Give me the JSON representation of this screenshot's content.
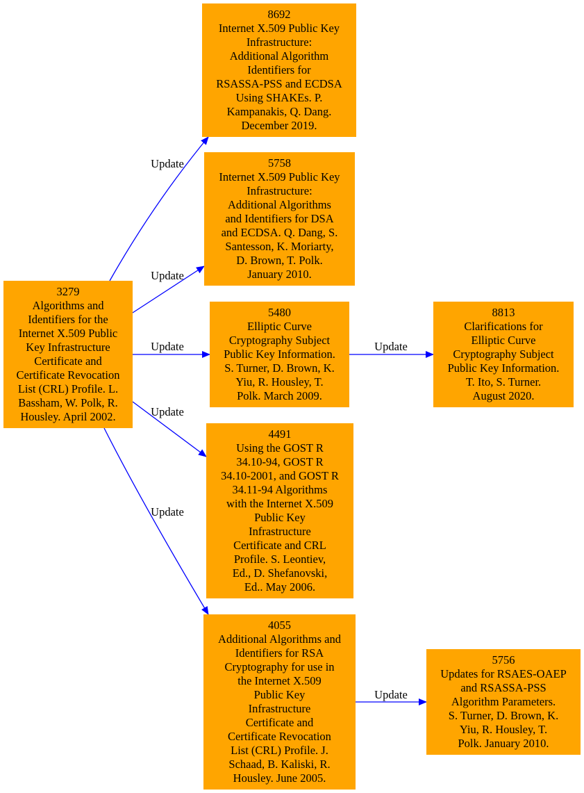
{
  "colors": {
    "node_fill": "#FFA500",
    "edge": "#0000FF",
    "text": "#000000"
  },
  "nodes": {
    "rfc3279": {
      "number": "3279",
      "text": "Algorithms and\nIdentifiers for the\nInternet X.509 Public\nKey Infrastructure\nCertificate and\nCertificate Revocation\nList (CRL) Profile. L.\nBassham, W. Polk, R.\nHousley. April 2002."
    },
    "rfc8692": {
      "number": "8692",
      "text": "Internet X.509 Public Key\nInfrastructure:\nAdditional Algorithm\nIdentifiers for\nRSASSA-PSS and ECDSA\nUsing SHAKEs. P.\nKampanakis, Q. Dang.\nDecember 2019."
    },
    "rfc5758": {
      "number": "5758",
      "text": "Internet X.509 Public Key\nInfrastructure:\nAdditional Algorithms\nand Identifiers for DSA\nand ECDSA. Q. Dang, S.\nSantesson, K. Moriarty,\nD. Brown, T. Polk.\nJanuary 2010."
    },
    "rfc5480": {
      "number": "5480",
      "text": "Elliptic Curve\nCryptography Subject\nPublic Key Information.\nS. Turner, D. Brown, K.\nYiu, R. Housley, T.\nPolk. March 2009."
    },
    "rfc8813": {
      "number": "8813",
      "text": "Clarifications for\nElliptic Curve\nCryptography Subject\nPublic Key Information.\nT. Ito, S. Turner.\nAugust 2020."
    },
    "rfc4491": {
      "number": "4491",
      "text": "Using the GOST R\n34.10-94, GOST R\n34.10-2001, and GOST R\n34.11-94 Algorithms\nwith the Internet X.509\nPublic Key\nInfrastructure\nCertificate and CRL\nProfile. S. Leontiev,\nEd., D. Shefanovski,\nEd.. May 2006."
    },
    "rfc4055": {
      "number": "4055",
      "text": "Additional Algorithms and\nIdentifiers for RSA\nCryptography for use in\nthe Internet X.509\nPublic Key\nInfrastructure\nCertificate and\nCertificate Revocation\nList (CRL) Profile. J.\nSchaad, B. Kaliski, R.\nHousley. June 2005."
    },
    "rfc5756": {
      "number": "5756",
      "text": "Updates for RSAES-OAEP\nand RSASSA-PSS\nAlgorithm Parameters.\nS. Turner, D. Brown, K.\nYiu, R. Housley, T.\nPolk. January 2010."
    }
  },
  "edges": [
    {
      "from": "3279",
      "to": "8692",
      "label": "Update"
    },
    {
      "from": "3279",
      "to": "5758",
      "label": "Update"
    },
    {
      "from": "3279",
      "to": "5480",
      "label": "Update"
    },
    {
      "from": "3279",
      "to": "4491",
      "label": "Update"
    },
    {
      "from": "3279",
      "to": "4055",
      "label": "Update"
    },
    {
      "from": "5480",
      "to": "8813",
      "label": "Update"
    },
    {
      "from": "4055",
      "to": "5756",
      "label": "Update"
    }
  ]
}
